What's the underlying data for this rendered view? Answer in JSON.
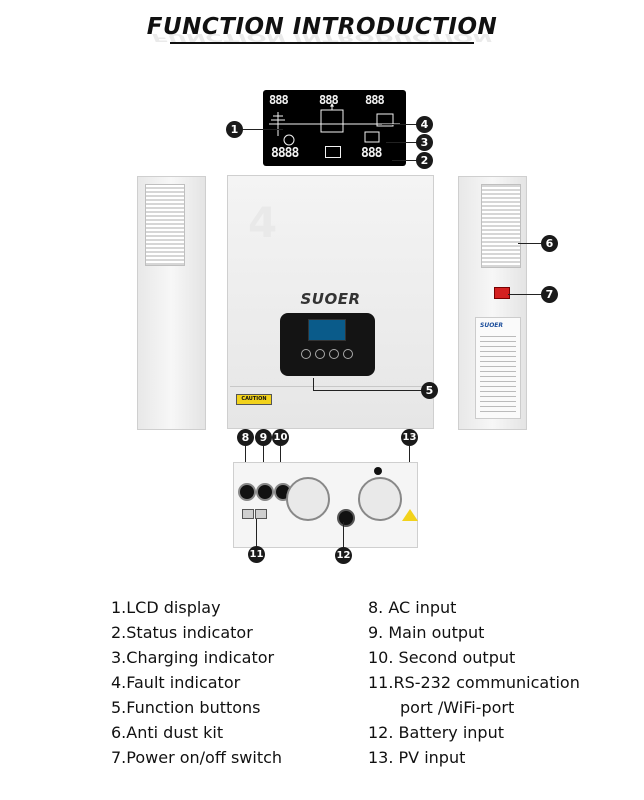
{
  "title": "FUNCTION INTRODUCTION",
  "brand": "SUOER",
  "caution_label": "CAUTION",
  "lcd_display": {
    "top_left": "888",
    "top_mid": "888",
    "top_right": "888",
    "bottom_left": "8888",
    "bottom_right": "888"
  },
  "callouts": [
    "1",
    "2",
    "3",
    "4",
    "5",
    "6",
    "7",
    "8",
    "9",
    "10",
    "11",
    "12",
    "13"
  ],
  "features_left": [
    "1.LCD display",
    "2.Status indicator",
    "3.Charging indicator",
    "4.Fault indicator",
    "5.Function buttons",
    "6.Anti dust kit",
    "7.Power on/off switch"
  ],
  "features_right": [
    "8. AC input",
    "9. Main output",
    "10. Second output",
    "11.RS-232 communication",
    "port /WiFi-port",
    "12. Battery input",
    "13. PV input"
  ],
  "colors": {
    "accent_red": "#d42020",
    "badge": "#1a1a1a",
    "lcd_bg": "#000000"
  }
}
